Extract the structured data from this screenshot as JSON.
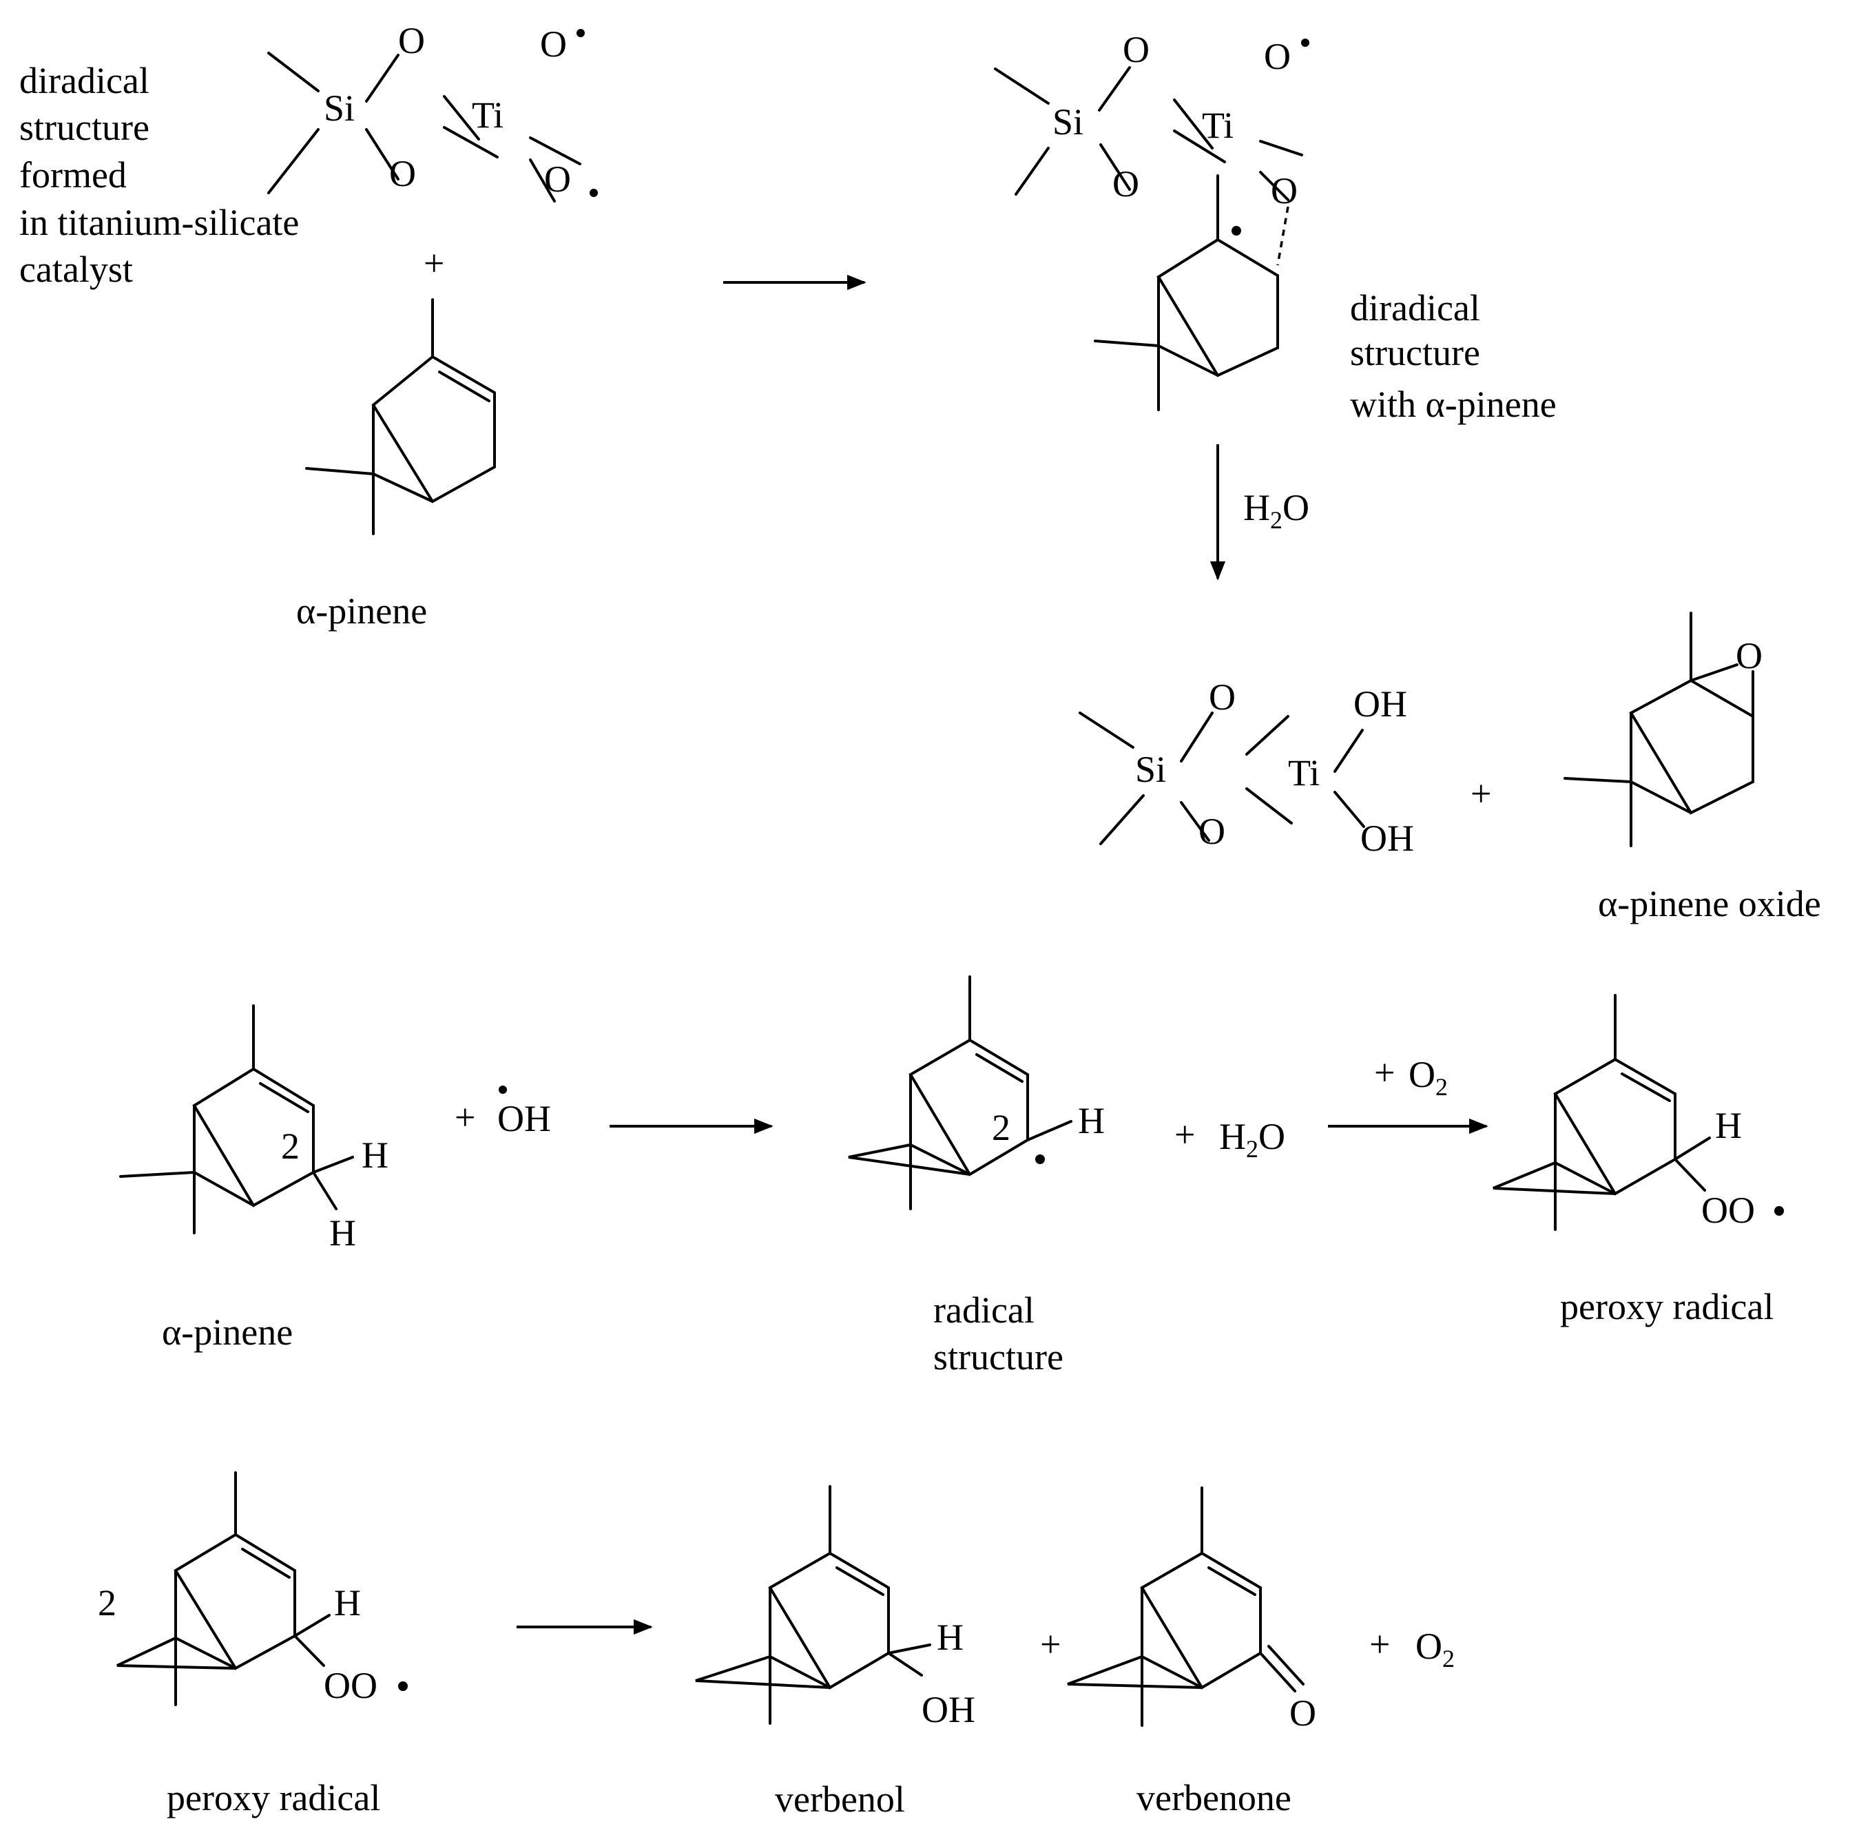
{
  "labels": {
    "diradical_catalyst": [
      "diradical",
      "structure",
      "formed",
      "in titanium-silicate",
      "catalyst"
    ],
    "alpha_pinene_1": "α-pinene",
    "diradical_with_pinene": [
      "diradical",
      "structure",
      "with α-pinene"
    ],
    "alpha_pinene_oxide": "α-pinene oxide",
    "alpha_pinene_2": "α-pinene",
    "radical_structure": [
      "radical",
      "structure"
    ],
    "peroxy_radical_1": "peroxy radical",
    "peroxy_radical_2": "peroxy radical",
    "verbenol": "verbenol",
    "verbenone": "verbenone"
  },
  "reagents": {
    "plus": "+",
    "water": "H",
    "water_sub": "2",
    "water_tail": "O",
    "oxygen": "O",
    "oxygen_sub": "2",
    "hydroxyl": "OH",
    "coefficient": "2",
    "position_mark": "2"
  },
  "atoms": {
    "si": "Si",
    "ti": "Ti",
    "o": "O",
    "oh": "OH",
    "h": "H",
    "oo": "OO"
  }
}
